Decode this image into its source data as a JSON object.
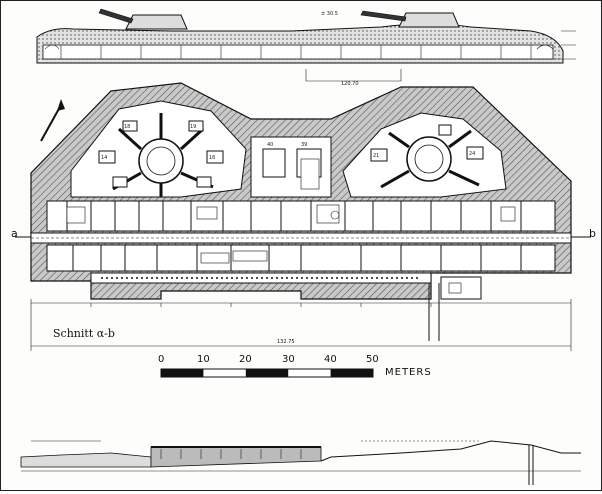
{
  "labels": {
    "section_a": "a",
    "section_b": "b",
    "section_title": "Schnitt α-b",
    "scale_unit": "METERS",
    "dim_overall": "132.75",
    "dim_top": "120.70"
  },
  "scale_bar": {
    "ticks": [
      "0",
      "10",
      "20",
      "30",
      "40",
      "50"
    ]
  }
}
